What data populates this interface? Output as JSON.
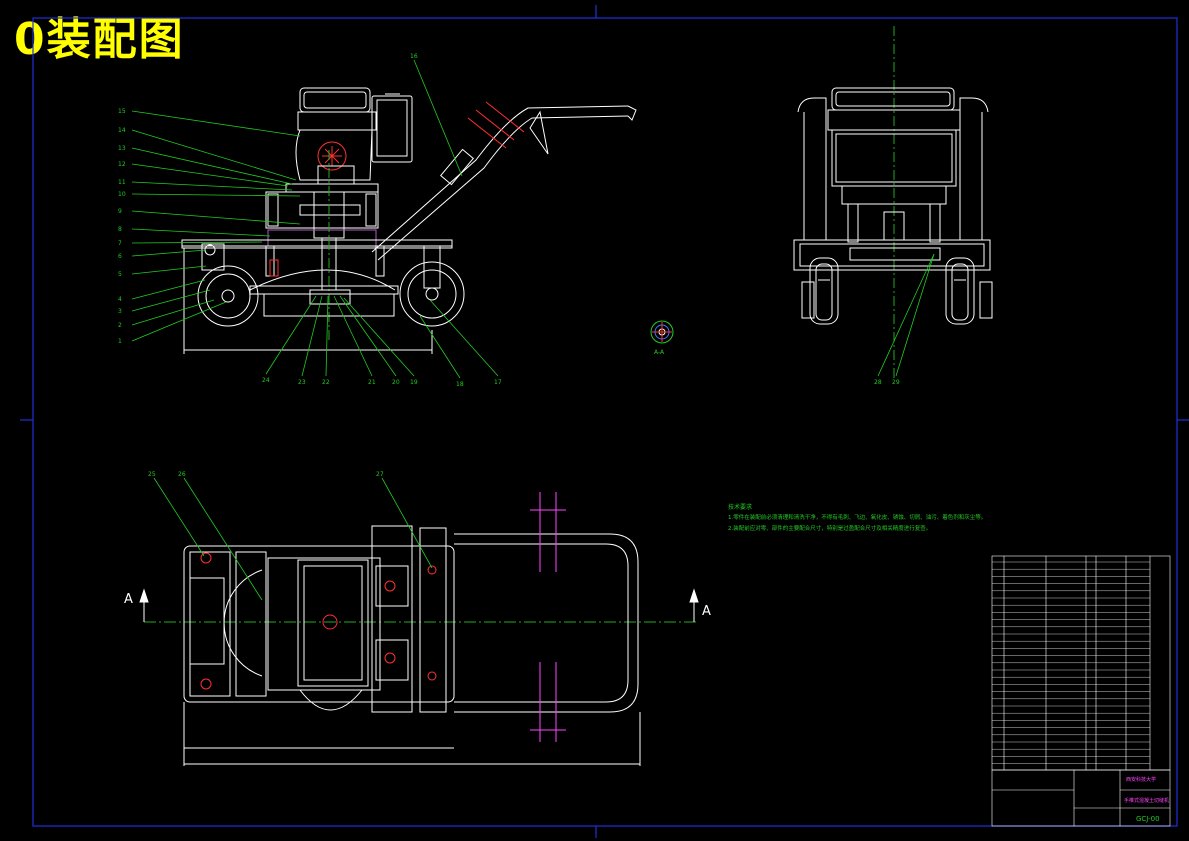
{
  "title": "0装配图",
  "section_labels": {
    "left": "A",
    "right": "A",
    "detail": "A-A"
  },
  "colors": {
    "background": "#000000",
    "frame": "#1f2fd8",
    "outline": "#ffffff",
    "leader": "#22cc22",
    "centerline": "#22aa22",
    "title": "#ffff00",
    "hatch": "#b060c0",
    "magenta": "#ff44ff",
    "red": "#ff3030",
    "table_text": "#ff44ff"
  },
  "part_labels_front_left": [
    "15",
    "14",
    "13",
    "12",
    "11",
    "10",
    "9",
    "8",
    "7",
    "6",
    "5",
    "4",
    "3",
    "2",
    "1"
  ],
  "part_labels_front_bottom": [
    "24",
    "23",
    "22",
    "21",
    "20",
    "19",
    "18",
    "17"
  ],
  "part_labels_front_top": [
    "16"
  ],
  "part_labels_side": [
    "28",
    "29"
  ],
  "part_labels_top_view": [
    "25",
    "26",
    "27"
  ],
  "technical_requirements": {
    "heading": "技术要求",
    "items": [
      "1.零件在装配前必须清理和清洗干净，不得有毛刺、飞边、氧化皮、锈蚀、切屑、油污、着色剂和灰尘等。",
      "2.装配前应对零、部件的主要配合尺寸，特别是过盈配合尺寸及相关精度进行复查。"
    ]
  },
  "title_block": {
    "drawing_no": "GCJ-00",
    "school": "西安科技大学",
    "name": "手推式混凝土切缝机"
  }
}
